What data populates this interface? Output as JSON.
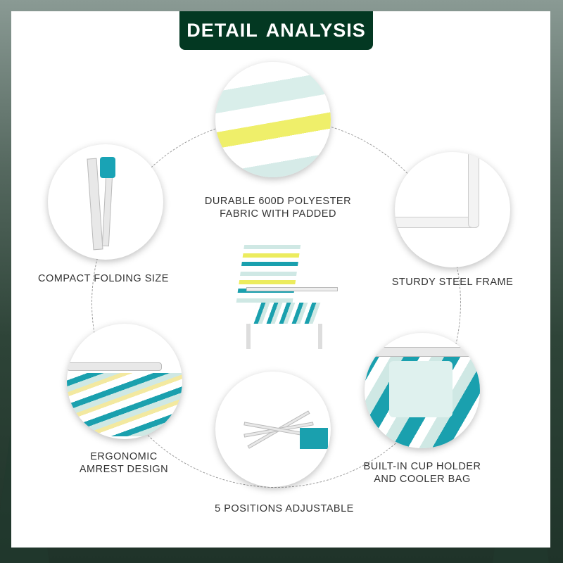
{
  "header": {
    "title": "DETAIL ANALYSIS"
  },
  "features": [
    {
      "id": "fabric",
      "lines": [
        "DURABLE 600D POLYESTER",
        "FABRIC WITH PADDED"
      ]
    },
    {
      "id": "folding",
      "lines": [
        "COMPACT FOLDING SIZE"
      ]
    },
    {
      "id": "frame",
      "lines": [
        "STURDY STEEL FRAME"
      ]
    },
    {
      "id": "armrest",
      "lines": [
        "ERGONOMIC",
        "AMREST DESIGN"
      ]
    },
    {
      "id": "cupholder",
      "lines": [
        "BUILT-IN CUP HOLDER",
        "AND COOLER BAG"
      ]
    },
    {
      "id": "positions",
      "lines": [
        "5 POSITIONS ADJUSTABLE"
      ]
    }
  ],
  "colors": {
    "header_bg": "#033822",
    "teal": "#19a3b5",
    "yellow": "#efef6a",
    "mint": "#d9eeea"
  }
}
